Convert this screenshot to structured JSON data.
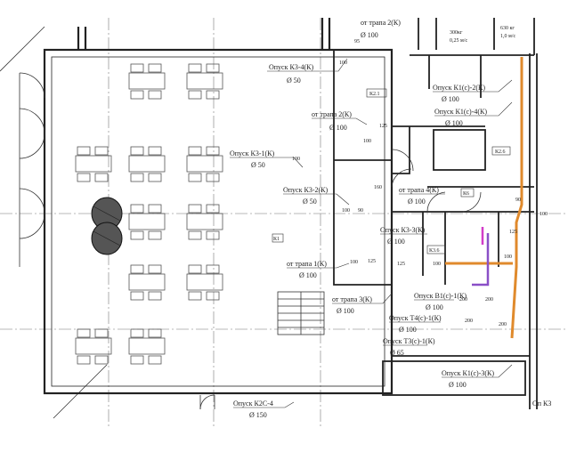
{
  "colors": {
    "wall": "#222222",
    "line": "#333333",
    "furniture": "#555555",
    "pipe_orange": "#e08a2c",
    "pipe_purple": "#8a4fc7",
    "pipe_magenta": "#d23cc8",
    "column_fill": "#555555"
  },
  "header_cut_text": "от трапа 2(К)",
  "header_cut_dia": "Ø 100",
  "equipment": {
    "weight": "300кг",
    "speed": "0,25 м/с",
    "weight2": "630 кг",
    "speed2": "1,0 м/с"
  },
  "risers": [
    {
      "label": "Опуск К3-4(К)",
      "dia": "Ø 50"
    },
    {
      "label": "от трапа 2(К)",
      "dia": "Ø 100"
    },
    {
      "label": "Опуск К3-1(К)",
      "dia": "Ø 50"
    },
    {
      "label": "Опуск К3-2(К)",
      "dia": "Ø 50"
    },
    {
      "label": "от трапа 4(К)",
      "dia": "Ø 100"
    },
    {
      "label": "Опуск К3-3(К)",
      "dia": "Ø 100"
    },
    {
      "label": "от трапа 1(К)",
      "dia": "Ø 100"
    },
    {
      "label": "от трапа 3(К)",
      "dia": "Ø 100"
    },
    {
      "label": "Опуск В1(с)-1(К)",
      "dia": "Ø 100"
    },
    {
      "label": "Опуск Т4(с)-1(К)",
      "dia": "Ø 100"
    },
    {
      "label": "Опуск Т3(с)-1(К)",
      "dia": "Ø 65"
    },
    {
      "label": "Опуск К1(с)-3(К)",
      "dia": "Ø 100"
    },
    {
      "label": "Опуск К2С-4",
      "dia": "Ø 150"
    },
    {
      "label": "Опуск К1(с)-2(К)",
      "dia": "Ø 100"
    },
    {
      "label": "Опуск К1(с)-4(К)",
      "dia": "Ø 100"
    }
  ],
  "dims": [
    "95",
    "100",
    "125",
    "100",
    "100",
    "160",
    "90",
    "100",
    "125",
    "100",
    "125",
    "100",
    "200",
    "200",
    "200",
    "200",
    "100",
    "90",
    "100",
    "125"
  ],
  "room_tags": [
    "К2.1",
    "К2.6",
    "К6",
    "К3.6",
    "К1"
  ],
  "cut_label_bottom_right": "Оп К3"
}
